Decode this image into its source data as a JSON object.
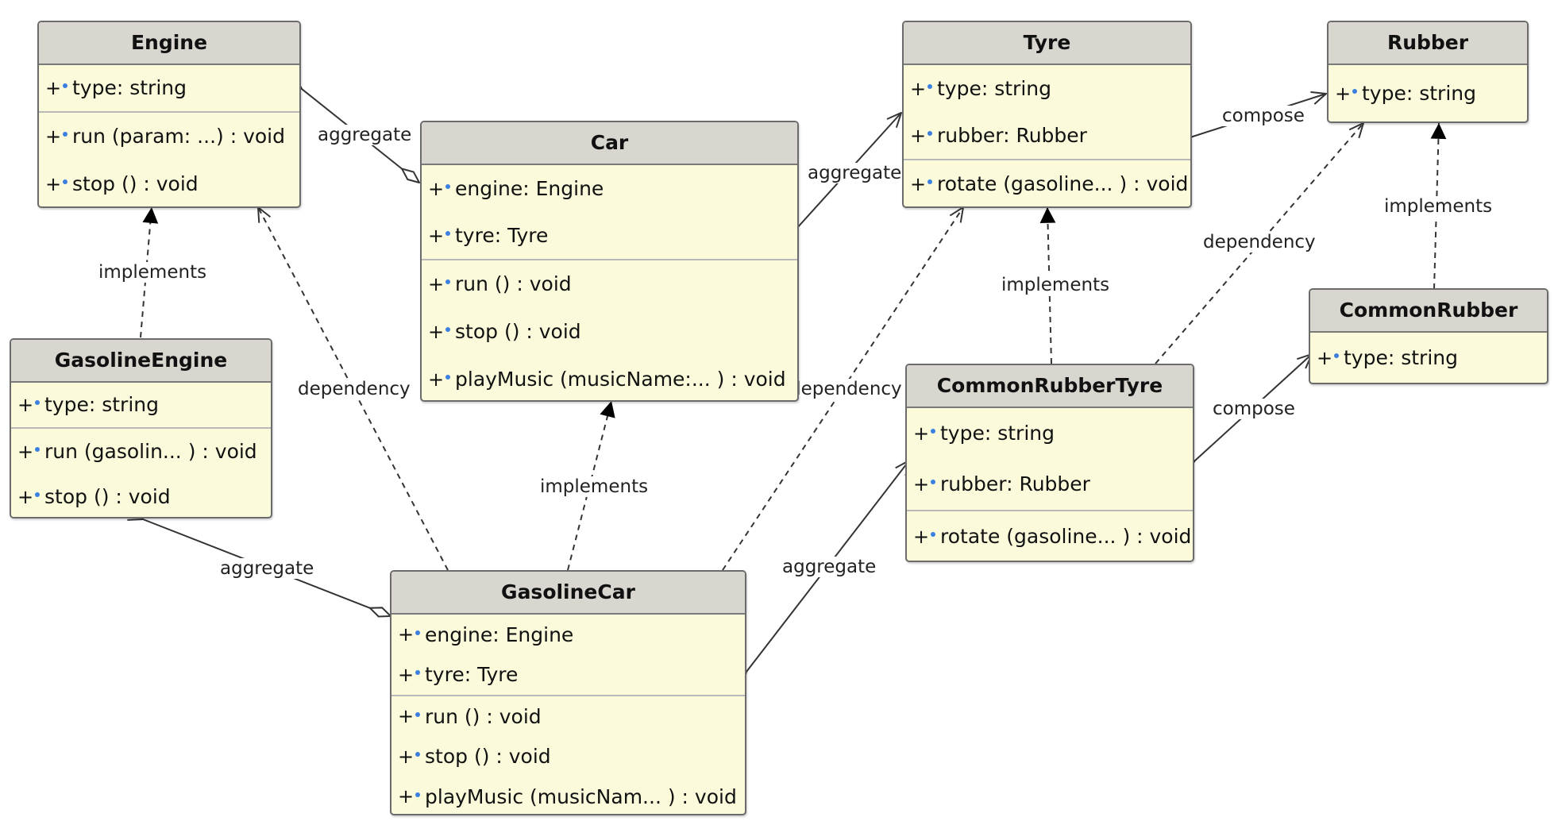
{
  "classes": {
    "engine": {
      "name": "Engine",
      "attrs": [
        "type: string"
      ],
      "methods": [
        "run (param: ...) : void",
        "stop () : void"
      ]
    },
    "car": {
      "name": "Car",
      "attrs": [
        "engine: Engine",
        "tyre: Tyre"
      ],
      "methods": [
        "run () : void",
        "stop () : void",
        "playMusic (musicName:... ) : void"
      ]
    },
    "tyre": {
      "name": "Tyre",
      "attrs": [
        "type: string",
        "rubber: Rubber"
      ],
      "methods": [
        "rotate (gasoline... ) : void"
      ]
    },
    "rubber": {
      "name": "Rubber",
      "attrs": [
        "type: string"
      ],
      "methods": []
    },
    "gasoline_engine": {
      "name": "GasolineEngine",
      "attrs": [
        "type: string"
      ],
      "methods": [
        "run (gasolin... ) : void",
        "stop () : void"
      ]
    },
    "common_rubber": {
      "name": "CommonRubber",
      "attrs": [
        "type: string"
      ],
      "methods": []
    },
    "common_rubber_tyre": {
      "name": "CommonRubberTyre",
      "attrs": [
        "type: string",
        "rubber: Rubber"
      ],
      "methods": [
        "rotate (gasoline... ) : void"
      ]
    },
    "gasoline_car": {
      "name": "GasolineCar",
      "attrs": [
        "engine: Engine",
        "tyre: Tyre"
      ],
      "methods": [
        "run () : void",
        "stop () : void",
        "playMusic (musicNam...  ) : void"
      ]
    }
  },
  "visibility": "+",
  "relations": {
    "car_engine": "aggregate",
    "car_tyre": "aggregate",
    "tyre_rubber": "compose",
    "gasoline_engine_engine": "implements",
    "gasoline_car_engine": "dependency",
    "gasoline_car_car": "implements",
    "gasoline_car_tyre": "dependency",
    "gasoline_car_gasoline_engine": "aggregate",
    "gasoline_car_common_rubber_tyre": "aggregate",
    "common_rubber_tyre_tyre": "implements",
    "common_rubber_tyre_rubber": "dependency",
    "common_rubber_rubber": "implements",
    "common_rubber_tyre_common_rubber": "compose"
  },
  "colors": {
    "class_fill": "#fbfbdc",
    "header_fill": "#d9d6d0",
    "border": "#6b6b6b",
    "attribute_dot": "#3b7fe0",
    "edge": "#333333"
  }
}
